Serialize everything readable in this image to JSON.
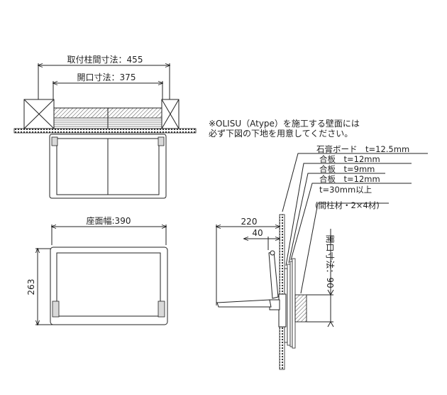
{
  "top_view": {
    "outer_dimension_label": "取付柱間寸法：455",
    "opening_dimension_label": "開口寸法：375"
  },
  "note": {
    "line1": "※OLISU（Atype）を施工する壁面には",
    "line2": "必ず下図の下地を用意してください。"
  },
  "front_view": {
    "width_label": "座面幅:390",
    "height_label": "263"
  },
  "section_view": {
    "dim_220": "220",
    "dim_40": "40",
    "opening_label": "開口寸法：90",
    "layers": [
      "石膏ボード　t=12.5mm",
      "合板　t=12mm",
      "合板　t=9mm",
      "合板　t=12mm",
      "t=30mm以上",
      "(間柱材・2×4材)"
    ]
  }
}
